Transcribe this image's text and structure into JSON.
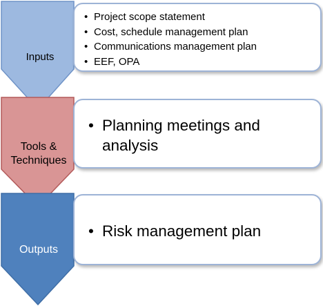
{
  "stages": [
    {
      "label": "Inputs",
      "items": [
        "Project scope statement",
        "Cost, schedule management plan",
        "Communications management plan",
        "EEF, OPA"
      ]
    },
    {
      "label_line1": "Tools &",
      "label_line2": "Techniques",
      "items": [
        "Planning meetings and analysis"
      ]
    },
    {
      "label": "Outputs",
      "items": [
        "Risk management plan"
      ]
    }
  ],
  "bullet": "•",
  "colors": {
    "inputs_fill": "#9db9e0",
    "inputs_stroke": "#6f93c7",
    "tools_fill": "#d99595",
    "tools_stroke": "#b35a5a",
    "outputs_fill": "#4f81bd",
    "outputs_stroke": "#3f6ea6",
    "box_border": "#9db3d6"
  }
}
